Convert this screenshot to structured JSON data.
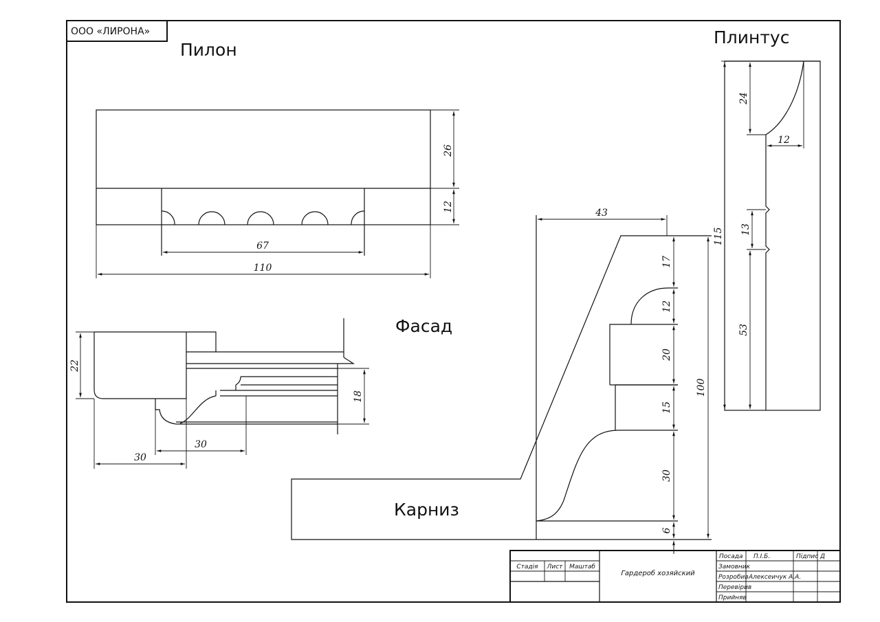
{
  "company": "ООО «ЛИРОНА»",
  "views": {
    "pilon": {
      "title": "Пилон",
      "dims": {
        "upper_height": "26",
        "band_height": "12",
        "ornament_width": "67",
        "total_width": "110"
      }
    },
    "fasad": {
      "title": "Фасад",
      "dims": {
        "height": "22",
        "profile_height": "18",
        "width_left": "30",
        "width_right": "30"
      }
    },
    "karniz": {
      "title": "Карниз",
      "dims": {
        "projection": "43",
        "d1": "17",
        "d2": "12",
        "d3": "20",
        "d4": "15",
        "d5": "30",
        "d6": "6",
        "total": "100"
      }
    },
    "plintus": {
      "title": "Плинтус",
      "dims": {
        "total": "115",
        "top": "24",
        "cove_width": "12",
        "groove": "13",
        "lower": "53"
      }
    }
  },
  "title_block": {
    "headers": {
      "stage": "Стадія",
      "sheet": "Лист",
      "scale": "Маштаб"
    },
    "drawing_name": "Гардероб хозяйский",
    "columns": {
      "position": "Посада",
      "name": "П.І.Б.",
      "signature": "Підпис",
      "date": "Д"
    },
    "rows": [
      {
        "role": "Замовник",
        "person": ""
      },
      {
        "role": "Розробив",
        "person": "Алексеичук А.А."
      },
      {
        "role": "Перевірив",
        "person": ""
      },
      {
        "role": "Прийняв",
        "person": ""
      }
    ]
  }
}
